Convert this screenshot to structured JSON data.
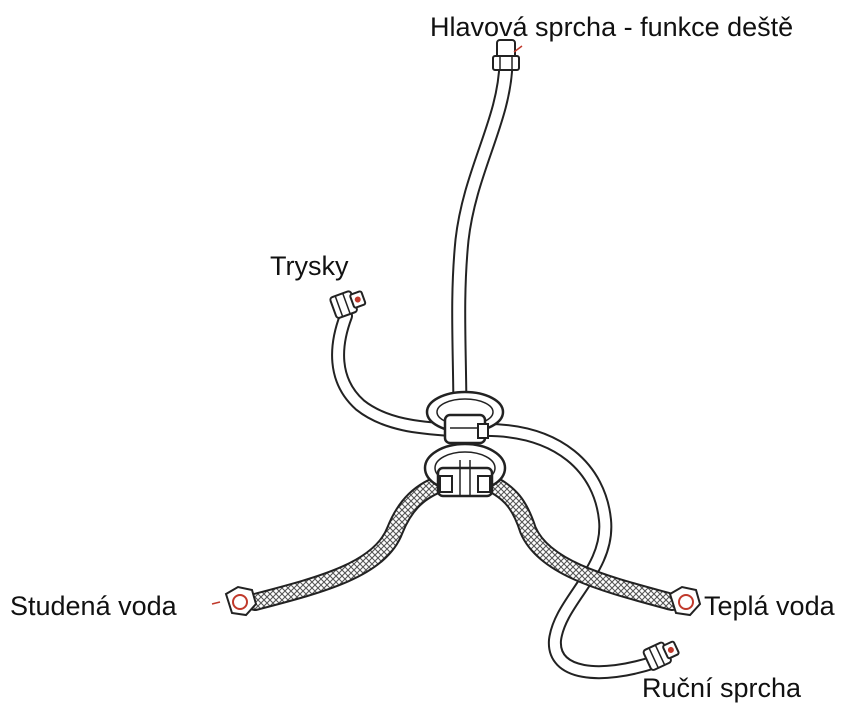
{
  "labels": {
    "head_shower": "Hlavová sprcha - funkce deště",
    "jets": "Trysky",
    "cold_water": "Studená voda",
    "hot_water": "Teplá voda",
    "hand_shower": "Ruční sprcha"
  },
  "colors": {
    "line": "#222222",
    "hose_fill": "#ffffff",
    "braid": "#8a8a8a",
    "marker": "#c0392b"
  }
}
